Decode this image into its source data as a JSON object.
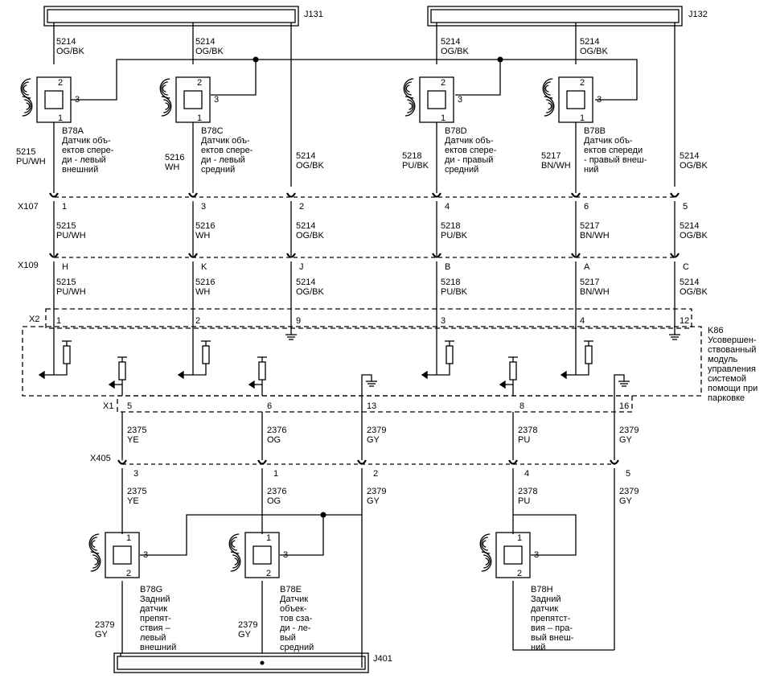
{
  "splices": {
    "j131": "J131",
    "j132": "J132",
    "j401": "J401"
  },
  "connectors": {
    "x107": "X107",
    "x109": "X109",
    "x2": "X2",
    "x1": "X1",
    "x405": "X405"
  },
  "module": {
    "id": "K86",
    "lines": [
      "Усовершен-",
      "ствованный",
      "модуль",
      "управления",
      "системой",
      "помощи при",
      "парковке"
    ]
  },
  "front_sensors": [
    {
      "id": "B78A",
      "desc": [
        "Датчик объ-",
        "ектов спере-",
        "ди - левый",
        "внешний"
      ],
      "pin_top": "2",
      "pin_side": "3",
      "pin_bottom": "1"
    },
    {
      "id": "B78C",
      "desc": [
        "Датчик объ-",
        "ектов спере-",
        "ди - левый",
        "средний"
      ],
      "pin_top": "2",
      "pin_side": "3",
      "pin_bottom": "1"
    },
    {
      "id": "B78D",
      "desc": [
        "Датчик объ-",
        "ектов спере-",
        "ди - правый",
        "средний"
      ],
      "pin_top": "2",
      "pin_side": "3",
      "pin_bottom": "1"
    },
    {
      "id": "B78B",
      "desc": [
        "Датчик объ-",
        "ектов спереди",
        "- правый внеш-",
        "ний"
      ],
      "pin_top": "2",
      "pin_side": "3",
      "pin_bottom": "1"
    }
  ],
  "rear_sensors": [
    {
      "id": "B78G",
      "desc": [
        "Задний",
        "датчик",
        "препят-",
        "ствия –",
        "левый",
        "внешний"
      ],
      "pin_top": "1",
      "pin_side": "3",
      "pin_bottom": "2"
    },
    {
      "id": "B78E",
      "desc": [
        "Датчик",
        "объек-",
        "тов сза-",
        "ди - ле-",
        "вый",
        "средний"
      ],
      "pin_top": "1",
      "pin_side": "3",
      "pin_bottom": "2"
    },
    {
      "id": "B78H",
      "desc": [
        "Задний",
        "датчик",
        "препятст-",
        "вия – пра-",
        "вый внеш-",
        "ний"
      ],
      "pin_top": "1",
      "pin_side": "3",
      "pin_bottom": "2"
    }
  ],
  "front_wires": {
    "top": [
      [
        "5214",
        "OG/BK"
      ],
      [
        "5214",
        "OG/BK"
      ],
      [
        "5214",
        "OG/BK"
      ],
      [
        "5214",
        "OG/BK"
      ]
    ],
    "mid": [
      [
        "5215",
        "PU/WH"
      ],
      [
        "5216",
        "WH"
      ],
      [
        "5214",
        "OG/BK"
      ],
      [
        "5218",
        "PU/BK"
      ],
      [
        "5217",
        "BN/WH"
      ],
      [
        "5214",
        "OG/BK"
      ]
    ],
    "x107_pins": [
      "1",
      "3",
      "2",
      "4",
      "6",
      "5"
    ],
    "row2": [
      [
        "5215",
        "PU/WH"
      ],
      [
        "5216",
        "WH"
      ],
      [
        "5214",
        "OG/BK"
      ],
      [
        "5218",
        "PU/BK"
      ],
      [
        "5217",
        "BN/WH"
      ],
      [
        "5214",
        "OG/BK"
      ]
    ],
    "x109_pins": [
      "H",
      "K",
      "J",
      "B",
      "A",
      "C"
    ],
    "row3": [
      [
        "5215",
        "PU/WH"
      ],
      [
        "5216",
        "WH"
      ],
      [
        "5214",
        "OG/BK"
      ],
      [
        "5218",
        "PU/BK"
      ],
      [
        "5217",
        "BN/WH"
      ],
      [
        "5214",
        "OG/BK"
      ]
    ],
    "x2_pins": [
      "1",
      "2",
      "9",
      "3",
      "4",
      "12"
    ]
  },
  "rear_wires": {
    "x1_pins": [
      "5",
      "6",
      "13",
      "8",
      "16"
    ],
    "row1": [
      [
        "2375",
        "YE"
      ],
      [
        "2376",
        "OG"
      ],
      [
        "2379",
        "GY"
      ],
      [
        "2378",
        "PU"
      ],
      [
        "2379",
        "GY"
      ]
    ],
    "x405_pins": [
      "3",
      "1",
      "2",
      "4",
      "5"
    ],
    "row2": [
      [
        "2375",
        "YE"
      ],
      [
        "2376",
        "OG"
      ],
      [
        "2379",
        "GY"
      ],
      [
        "2378",
        "PU"
      ],
      [
        "2379",
        "GY"
      ]
    ],
    "bottom": [
      [
        "2379",
        "GY"
      ],
      [
        "2379",
        "GY"
      ]
    ]
  }
}
